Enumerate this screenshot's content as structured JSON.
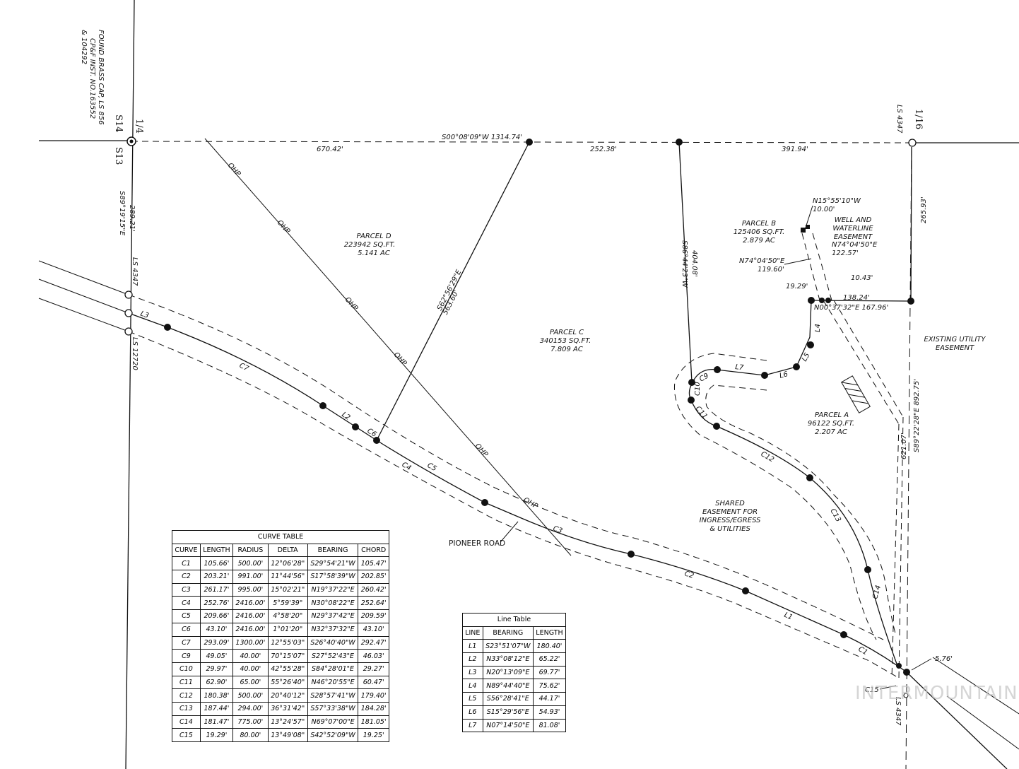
{
  "corner_labels": {
    "found_cap": [
      "FOUND BRASS CAP, LS 856",
      "CP&F INST. NO.163552",
      "& 104292"
    ],
    "quarter": "1/4",
    "s14": "S14",
    "s13": "S13",
    "sixteenth": "1/16",
    "ls4347_top": "LS 4347",
    "ls4347_left": "LS 4347",
    "ls12720": "LS 12720",
    "ls4347_bottom": "LS 4347"
  },
  "dimensions": {
    "north_line": "S00°08'09\"W 1314.74'",
    "seg1": "670.42'",
    "seg2": "252.38'",
    "seg3": "391.94'",
    "west_bearing": "S89°19'15\"E",
    "west_dist": "289.21'",
    "diag_bearing": "S62°56'29\"E",
    "diag_dist": "563.60'",
    "c_bearing": "S86°44'23\"W",
    "c_dist": "404.08'",
    "east_top": "265.93'",
    "east_bearing": "S89°22'28\"E  892.75'",
    "east_inner": "621.07'",
    "n15": "N15°55'10\"W",
    "n15_dist": "10.00'",
    "n74a": "N74°04'50\"E",
    "n74a_dist": "122.57'",
    "n74b": "N74°04'50\"E",
    "n74b_dist": "119.60'",
    "d1043": "10.43'",
    "d1929": "19.29'",
    "d13824": "138.24'",
    "n00": "N00°37'32\"E 167.96'",
    "d576": "5.76'"
  },
  "parcels": {
    "d": [
      "PARCEL D",
      "223942 SQ.FT.",
      "5.141 AC"
    ],
    "c": [
      "PARCEL C",
      "340153 SQ.FT.",
      "7.809 AC"
    ],
    "b": [
      "PARCEL B",
      "125406 SQ.FT.",
      "2.879 AC"
    ],
    "a": [
      "PARCEL A",
      "96122 SQ.FT.",
      "2.207 AC"
    ]
  },
  "notes": {
    "well": [
      "WELL AND",
      "WATERLINE",
      "EASEMENT"
    ],
    "utility": [
      "EXISTING UTILITY",
      "EASEMENT"
    ],
    "shared": [
      "SHARED",
      "EASEMENT FOR",
      "INGRESS/EGRESS",
      "& UTILITIES"
    ],
    "pioneer": "PIONEER ROAD",
    "ohp": "OHP"
  },
  "segment_labels": {
    "L1": "L1",
    "L2": "L2",
    "L3": "L3",
    "L4": "L4",
    "L5": "L5",
    "L6": "L6",
    "L7": "L7",
    "C1": "C1",
    "C2": "C2",
    "C3": "C3",
    "C4": "C4",
    "C5": "C5",
    "C6": "C6",
    "C7": "C7",
    "C9": "C9",
    "C10": "C10",
    "C11": "C11",
    "C12": "C12",
    "C13": "C13",
    "C14": "C14",
    "C15": "C15"
  },
  "curve_table": {
    "title": "CURVE TABLE",
    "headers": [
      "CURVE",
      "LENGTH",
      "RADIUS",
      "DELTA",
      "BEARING",
      "CHORD"
    ],
    "rows": [
      [
        "C1",
        "105.66'",
        "500.00'",
        "12°06'28\"",
        "S29°54'21\"W",
        "105.47'"
      ],
      [
        "C2",
        "203.21'",
        "991.00'",
        "11°44'56\"",
        "S17°58'39\"W",
        "202.85'"
      ],
      [
        "C3",
        "261.17'",
        "995.00'",
        "15°02'21\"",
        "N19°37'22\"E",
        "260.42'"
      ],
      [
        "C4",
        "252.76'",
        "2416.00'",
        "5°59'39\"",
        "N30°08'22\"E",
        "252.64'"
      ],
      [
        "C5",
        "209.66'",
        "2416.00'",
        "4°58'20\"",
        "N29°37'42\"E",
        "209.59'"
      ],
      [
        "C6",
        "43.10'",
        "2416.00'",
        "1°01'20\"",
        "N32°37'32\"E",
        "43.10'"
      ],
      [
        "C7",
        "293.09'",
        "1300.00'",
        "12°55'03\"",
        "S26°40'40\"W",
        "292.47'"
      ],
      [
        "C9",
        "49.05'",
        "40.00'",
        "70°15'07\"",
        "S27°52'43\"E",
        "46.03'"
      ],
      [
        "C10",
        "29.97'",
        "40.00'",
        "42°55'28\"",
        "S84°28'01\"E",
        "29.27'"
      ],
      [
        "C11",
        "62.90'",
        "65.00'",
        "55°26'40\"",
        "N46°20'55\"E",
        "60.47'"
      ],
      [
        "C12",
        "180.38'",
        "500.00'",
        "20°40'12\"",
        "S28°57'41\"W",
        "179.40'"
      ],
      [
        "C13",
        "187.44'",
        "294.00'",
        "36°31'42\"",
        "S57°33'38\"W",
        "184.28'"
      ],
      [
        "C14",
        "181.47'",
        "775.00'",
        "13°24'57\"",
        "N69°07'00\"E",
        "181.05'"
      ],
      [
        "C15",
        "19.29'",
        "80.00'",
        "13°49'08\"",
        "S42°52'09\"W",
        "19.25'"
      ]
    ]
  },
  "line_table": {
    "title": "Line Table",
    "headers": [
      "LINE",
      "BEARING",
      "LENGTH"
    ],
    "rows": [
      [
        "L1",
        "S23°51'07\"W",
        "180.40'"
      ],
      [
        "L2",
        "N33°08'12\"E",
        "65.22'"
      ],
      [
        "L3",
        "N20°13'09\"E",
        "69.77'"
      ],
      [
        "L4",
        "N89°44'40\"E",
        "75.62'"
      ],
      [
        "L5",
        "S56°28'41\"E",
        "44.17'"
      ],
      [
        "L6",
        "S15°29'56\"E",
        "54.93'"
      ],
      [
        "L7",
        "N07°14'50\"E",
        "81.08'"
      ]
    ]
  },
  "watermark": "INTERMOUNTAIN"
}
